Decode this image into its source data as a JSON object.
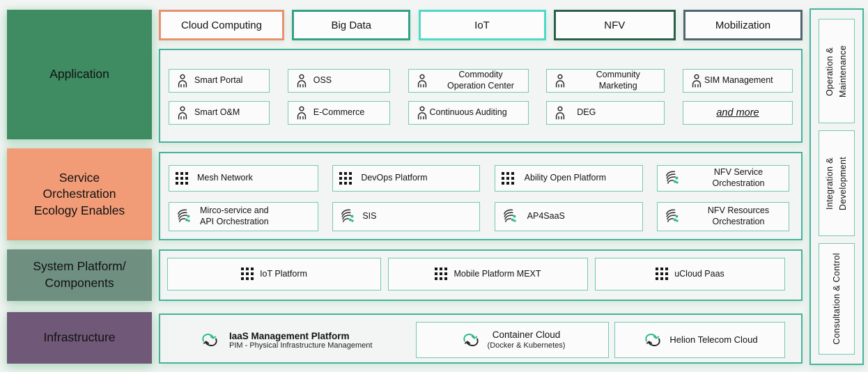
{
  "colors": {
    "background": "#f3f5f4",
    "outer_border_teal": "#45b39c",
    "inner_border_teal": "#74c9b4",
    "icon_green": "#2eb886",
    "text": "#111111"
  },
  "icons": {
    "application_item": "person-icon",
    "platform_item": "grid-dots-icon",
    "orchestration_item": "swirl-lines-icon",
    "infrastructure_item": "cloud-sync-icon"
  },
  "chips": [
    {
      "label": "Cloud Computing",
      "color": "#e9916e"
    },
    {
      "label": "Big Data",
      "color": "#33a088"
    },
    {
      "label": "IoT",
      "color": "#4fd9c8"
    },
    {
      "label": "NFV",
      "color": "#2b5f4b"
    },
    {
      "label": "Mobilization",
      "color": "#536471"
    }
  ],
  "layers": [
    {
      "label": "Application",
      "color": "#3f8b62"
    },
    {
      "label": "Service\nOrchestration\nEcology Enables",
      "color": "#f29b77"
    },
    {
      "label": "System Platform/\nComponents",
      "color": "#6f8f80"
    },
    {
      "label": "Infrastructure",
      "color": "#6f5878"
    }
  ],
  "application": {
    "row1": [
      {
        "label": "Smart Portal"
      },
      {
        "label": "OSS"
      },
      {
        "label": "Commodity\nOperation Center"
      },
      {
        "label": "Community\nMarketing"
      },
      {
        "label": "SIM Management"
      }
    ],
    "row2": [
      {
        "label": "Smart O&M"
      },
      {
        "label": "E-Commerce"
      },
      {
        "label": "Continuous Auditing"
      },
      {
        "label": "DEG"
      },
      {
        "label": "and more"
      }
    ]
  },
  "service": {
    "row1": [
      {
        "icon": "grid",
        "label": "Mesh Network"
      },
      {
        "icon": "grid",
        "label": "DevOps Platform"
      },
      {
        "icon": "grid",
        "label": "Ability Open Platform"
      },
      {
        "icon": "orch",
        "label": "NFV Service\nOrchestration"
      }
    ],
    "row2": [
      {
        "icon": "orch",
        "label": "Mirco-service and\nAPI Orchestration"
      },
      {
        "icon": "orch",
        "label": "SIS"
      },
      {
        "icon": "orch",
        "label": "AP4SaaS"
      },
      {
        "icon": "orch",
        "label": "NFV Resources\nOrchestration"
      }
    ]
  },
  "system": {
    "items": [
      {
        "label": "IoT Platform"
      },
      {
        "label": "Mobile Platform MEXT"
      },
      {
        "label": "uCloud Paas"
      }
    ]
  },
  "infrastructure": {
    "items": [
      {
        "title": "IaaS Management Platform",
        "subtitle": "PIM - Physical Infrastructure Management"
      },
      {
        "title": "Container Cloud",
        "subtitle": "(Docker & Kubernetes)"
      },
      {
        "title": "Helion Telecom Cloud",
        "subtitle": ""
      }
    ]
  },
  "sidebar": {
    "items": [
      {
        "label": "Operation &\nMaintenance"
      },
      {
        "label": "Integration &\nDevelopment"
      },
      {
        "label": "Consultation & Control"
      }
    ]
  }
}
